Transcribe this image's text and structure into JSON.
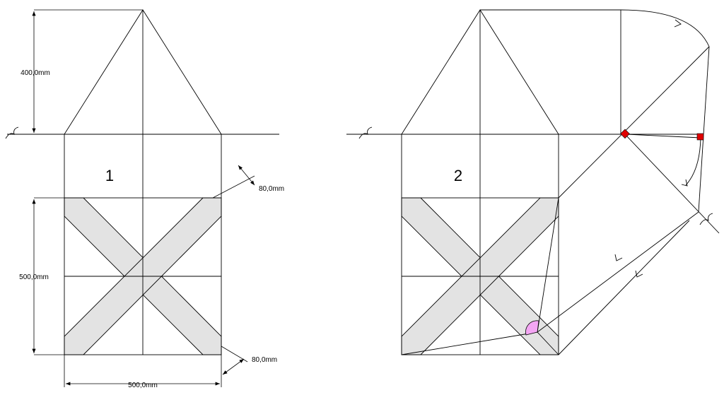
{
  "figure1": {
    "label": "1",
    "dim_height_top": "400,0mm",
    "dim_height_square": "500,0mm",
    "dim_width": "500,0mm",
    "dim_band_top": "80,0mm",
    "dim_band_bottom": "80,0mm"
  },
  "figure2": {
    "label": "2"
  },
  "colors": {
    "band_fill": "#e3e3e3",
    "marker": "#e00000",
    "angle": "#f4a6f4"
  }
}
